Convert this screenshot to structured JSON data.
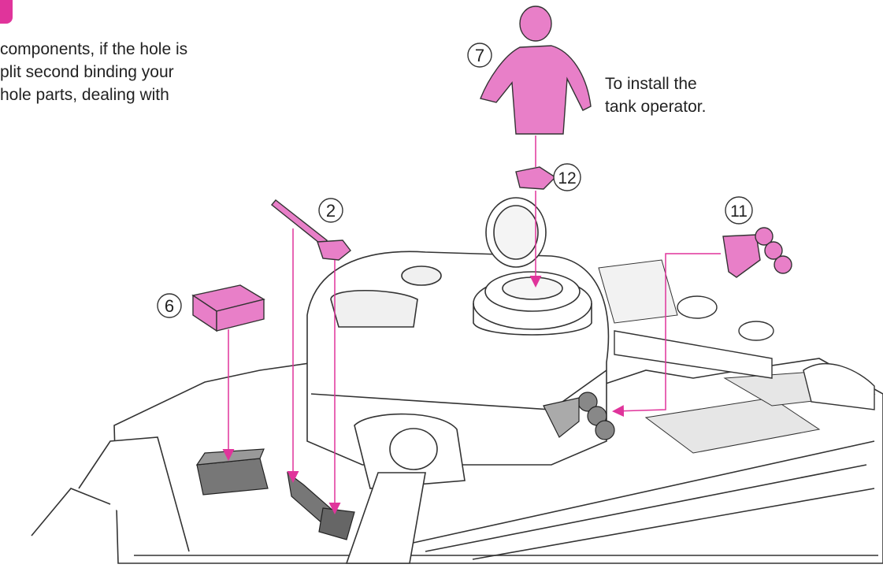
{
  "instructions": {
    "left_note": "components, if the hole is\nplit second binding your\nhole parts, dealing with",
    "operator_note": "To install the\ntank operator."
  },
  "callouts": {
    "c7": "7",
    "c12": "12",
    "c2": "2",
    "c11": "11",
    "c6": "6"
  },
  "colors": {
    "accent": "#e0349b",
    "part_fill": "#e87fc8",
    "line": "#333333",
    "base_fill": "#ffffff"
  },
  "icons": [
    "tank-operator-figure-icon",
    "hatch-ring-icon",
    "shovel-icon",
    "tool-box-icon",
    "smoke-launcher-icon",
    "hatch-plate-icon"
  ]
}
